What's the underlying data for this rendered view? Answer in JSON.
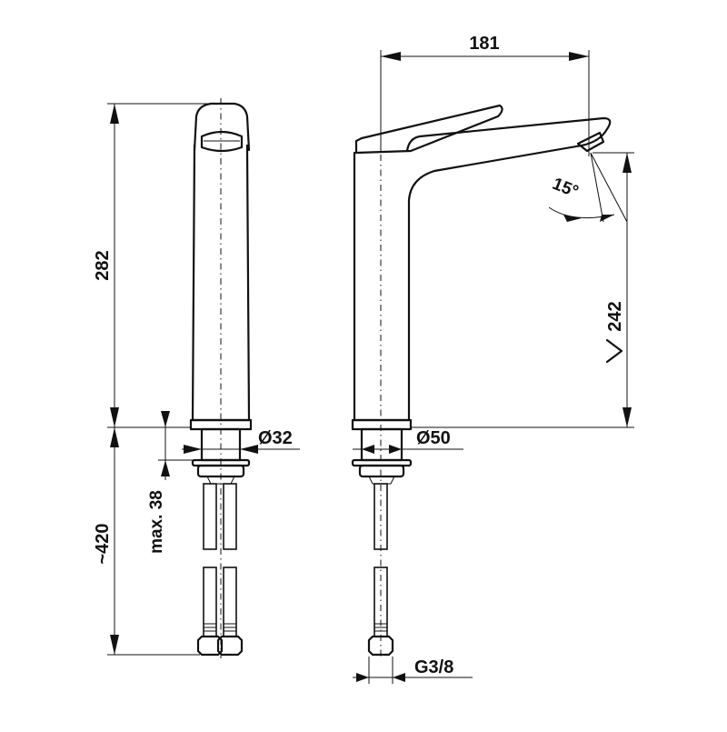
{
  "drawing": {
    "dimensions": {
      "spout_reach": "181",
      "total_height": "282",
      "spout_height": "242",
      "spout_angle": "15°",
      "base_diameter_front": "Ø32",
      "base_diameter_side": "Ø50",
      "max_deck_thickness": "max. 38",
      "hose_length": "~420",
      "connection_thread": "G3/8"
    }
  }
}
